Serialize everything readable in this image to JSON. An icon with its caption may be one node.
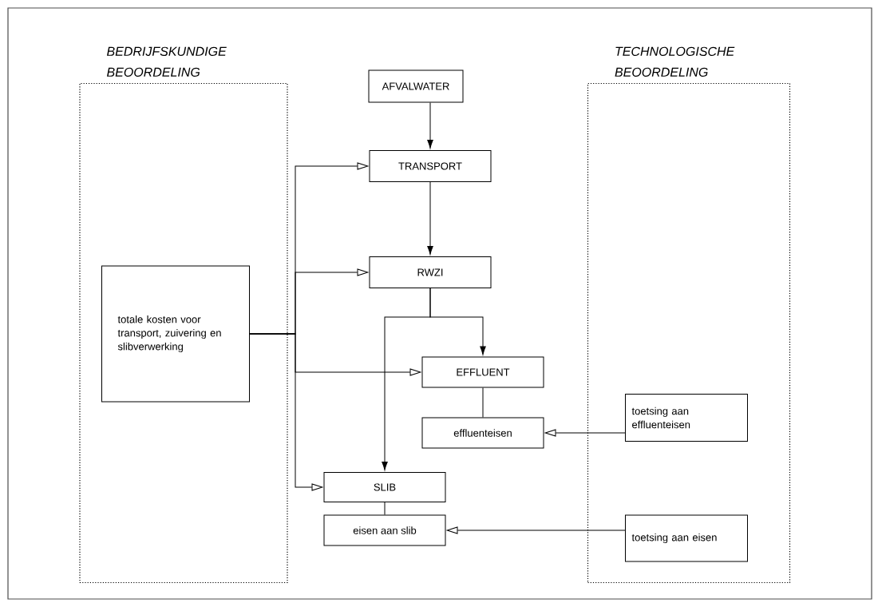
{
  "diagram": {
    "nodes": [
      {
        "text": [
          "BEDRIJFSKUNDIGE BEOORDELING"
        ]
      },
      {
        "text": [
          "TECHNOLOGISCHE BEOORDELING"
        ]
      },
      {
        "text": [
          "AFVALWATER"
        ]
      },
      {
        "text": [
          "TRANSPORT"
        ]
      },
      {
        "text": [
          "RWZI"
        ]
      },
      {
        "text": [
          "totale kosten voor transport, zuivering en slibverwerking"
        ],
        "in": 0
      },
      {
        "text": [
          "EFFLUENT"
        ]
      },
      {
        "text": [
          "effluenteisen"
        ]
      },
      {
        "text": [
          "toetsing aan effluenteisen"
        ],
        "in": 1
      },
      {
        "text": [
          "SLIB"
        ]
      },
      {
        "text": [
          "eisen aan slib"
        ]
      },
      {
        "text": [
          "toetsing aan eisen"
        ],
        "in": 1
      }
    ],
    "edges": [
      {
        "from": 2,
        "to": 3,
        "arrow": "to"
      },
      {
        "from": 3,
        "to": 4,
        "arrow": "to"
      },
      {
        "from": 4,
        "to": 6,
        "arrow": "to"
      },
      {
        "from": 4,
        "to": 9,
        "arrow": "to"
      },
      {
        "from": 5,
        "to": 3,
        "arrow": "to"
      },
      {
        "from": 5,
        "to": 4,
        "arrow": "to"
      },
      {
        "from": 5,
        "to": 6,
        "arrow": "to"
      },
      {
        "from": 5,
        "to": 9,
        "arrow": "to"
      },
      {
        "from": 6,
        "to": 7,
        "arrow": "none"
      },
      {
        "from": 8,
        "to": 7,
        "arrow": "to"
      },
      {
        "from": 9,
        "to": 10,
        "arrow": "none"
      },
      {
        "from": 11,
        "to": 10,
        "arrow": "to"
      }
    ]
  }
}
